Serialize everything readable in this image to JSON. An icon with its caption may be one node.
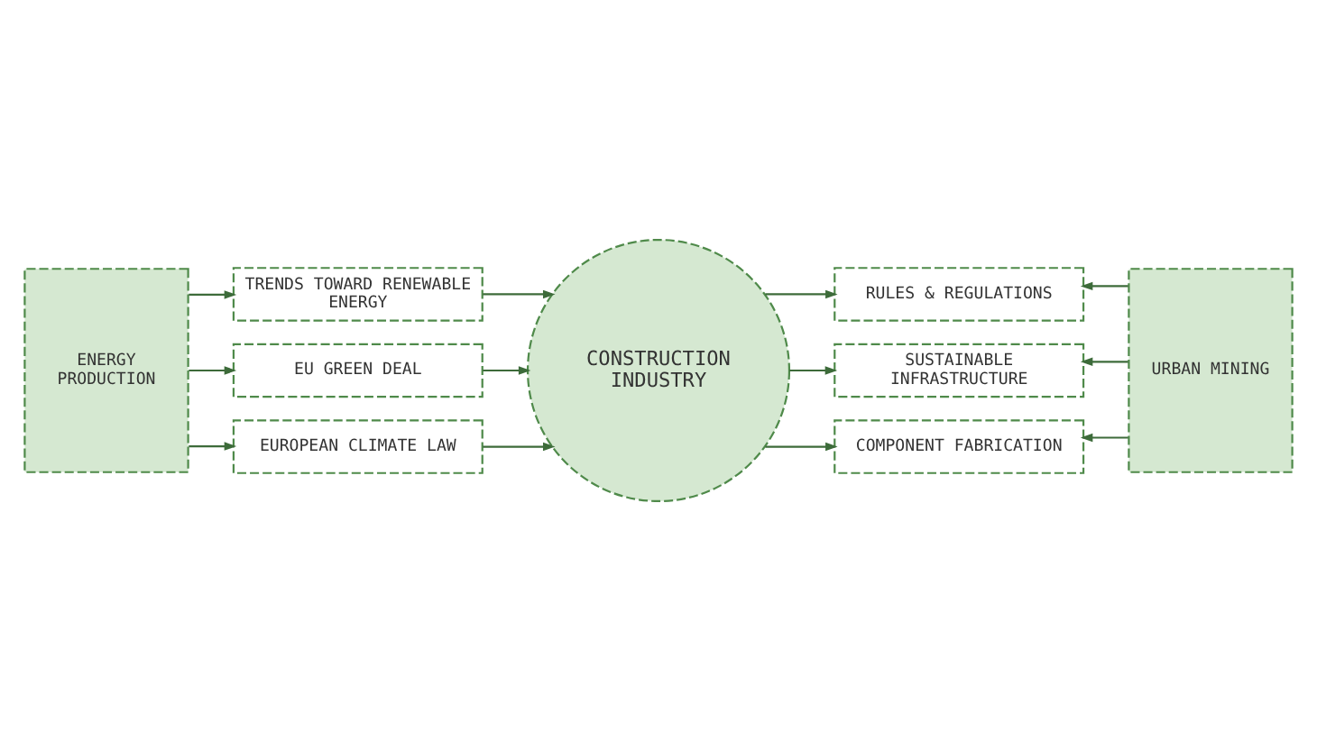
{
  "diagram": {
    "nodes": [
      {
        "text": [
          "ENERGY PRODUCTION"
        ]
      },
      {
        "text": [
          "TRENDS TOWARD RENEWABLE ENERGY"
        ]
      },
      {
        "text": [
          "EU GREEN DEAL"
        ]
      },
      {
        "text": [
          "EUROPEAN CLIMATE LAW"
        ]
      },
      {
        "text": [
          "CONSTRUCTION INDUSTRY"
        ]
      },
      {
        "text": [
          "RULES & REGULATIONS"
        ]
      },
      {
        "text": [
          "SUSTAINABLE INFRASTRUCTURE"
        ]
      },
      {
        "text": [
          "COMPONENT FABRICATION"
        ]
      },
      {
        "text": [
          "URBAN MINING"
        ]
      }
    ],
    "edges": [
      {
        "from": 0,
        "to": 1,
        "arrow": "to"
      },
      {
        "from": 0,
        "to": 2,
        "arrow": "to"
      },
      {
        "from": 0,
        "to": 3,
        "arrow": "to"
      },
      {
        "from": 1,
        "to": 4,
        "arrow": "to"
      },
      {
        "from": 2,
        "to": 4,
        "arrow": "to"
      },
      {
        "from": 3,
        "to": 4,
        "arrow": "to"
      },
      {
        "from": 4,
        "to": 5,
        "arrow": "to"
      },
      {
        "from": 4,
        "to": 6,
        "arrow": "to"
      },
      {
        "from": 4,
        "to": 7,
        "arrow": "to"
      },
      {
        "from": 8,
        "to": 5,
        "arrow": "to"
      },
      {
        "from": 8,
        "to": 6,
        "arrow": "to"
      },
      {
        "from": 8,
        "to": 7,
        "arrow": "to"
      }
    ]
  }
}
